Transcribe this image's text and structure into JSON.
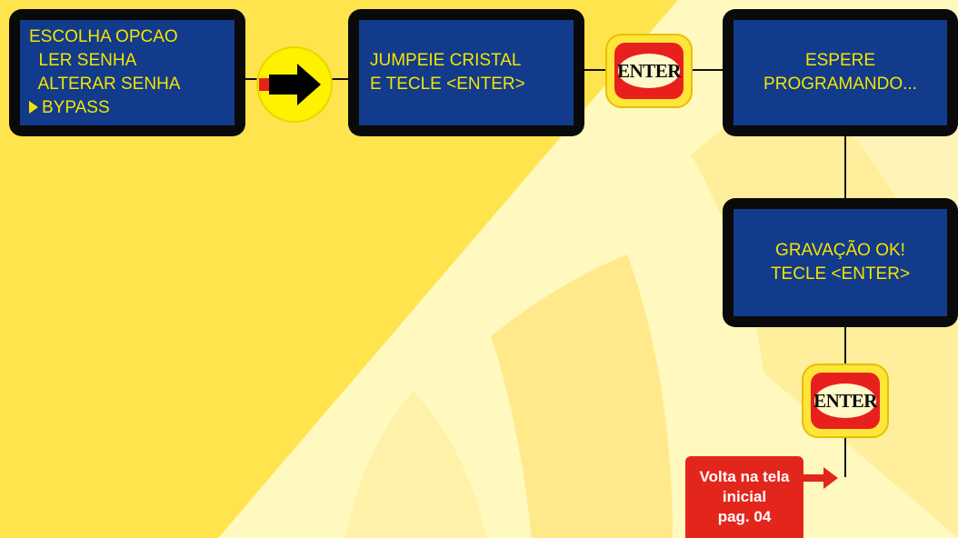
{
  "screens": {
    "menu": {
      "lines": [
        {
          "text": "ESCOLHA OPCAO"
        },
        {
          "text": "  LER SENHA"
        },
        {
          "text": "  ALTERAR SENHA"
        },
        {
          "text": "BYPASS",
          "selected": true
        }
      ]
    },
    "jumper": {
      "lines": [
        "JUMPEIE CRISTAL",
        "E TECLE <ENTER>"
      ]
    },
    "programming": {
      "lines": [
        "ESPERE",
        "PROGRAMANDO..."
      ]
    },
    "done": {
      "lines": [
        "GRAVAÇÃO OK!",
        "TECLE <ENTER>"
      ]
    }
  },
  "keys": {
    "enter_label": "ENTER"
  },
  "footer_note": {
    "lines": [
      "Volta na tela",
      "inicial",
      "pag. 04"
    ]
  },
  "colors": {
    "lcd_background": "#123b8c",
    "lcd_text": "#f4e400",
    "background_light": "#fff9c0",
    "background_ray": "#ffe44d",
    "key_red": "#e8201d",
    "note_red": "#e3261c"
  },
  "icons": {
    "flow_arrow": "arrow-right-icon",
    "red_arrow": "red-arrow-right-icon"
  }
}
